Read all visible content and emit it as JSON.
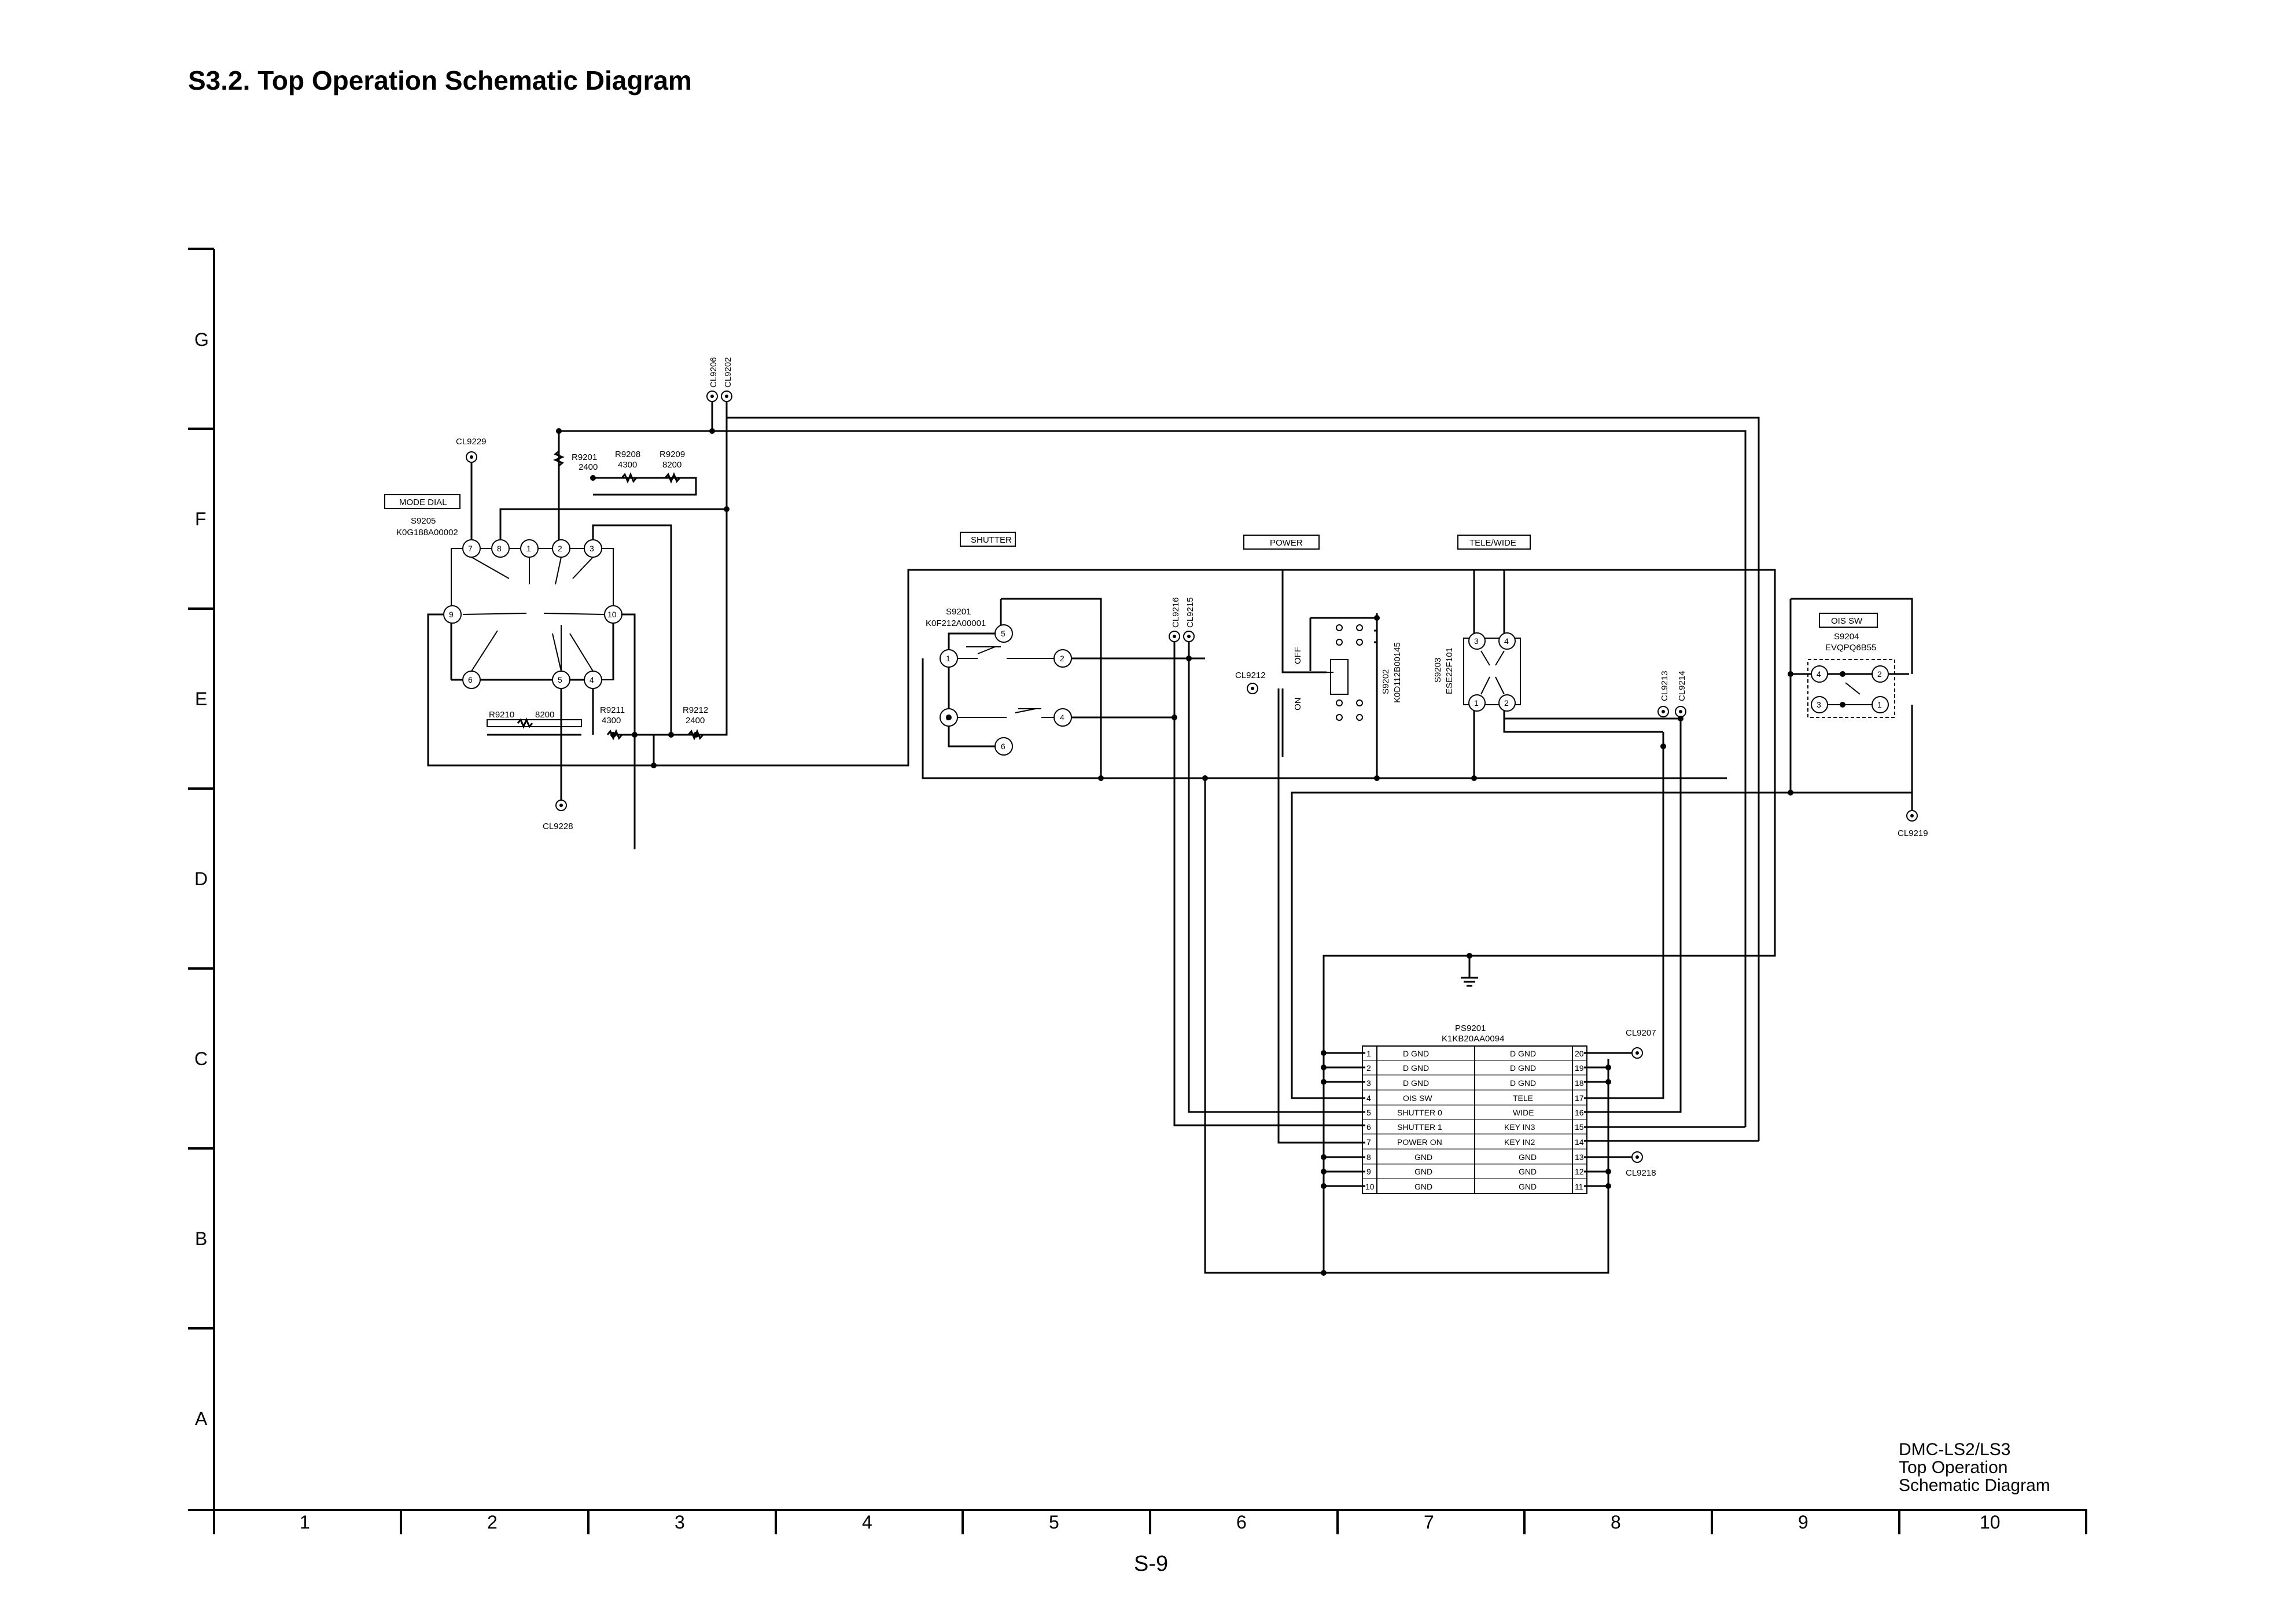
{
  "title": "S3.2. Top Operation Schematic Diagram",
  "page_number": "S-9",
  "corner_title": [
    "DMC-LS2/LS3",
    "Top Operation",
    "Schematic Diagram"
  ],
  "grid": {
    "rows": [
      "G",
      "F",
      "E",
      "D",
      "C",
      "B",
      "A"
    ],
    "cols": [
      "1",
      "2",
      "3",
      "4",
      "5",
      "6",
      "7",
      "8",
      "9",
      "10"
    ]
  },
  "switches": {
    "mode_dial": {
      "label": "MODE DIAL",
      "ref": "S9205",
      "part": "K0G188A00002"
    },
    "shutter": {
      "label": "SHUTTER",
      "ref": "S9201",
      "part": "K0F212A00001"
    },
    "power": {
      "label": "POWER",
      "ref": "S9202",
      "part": "K0D112B00145",
      "off": "OFF",
      "on": "ON"
    },
    "tele_wide": {
      "label": "TELE/WIDE",
      "ref": "S9203",
      "part": "ESE22F101"
    },
    "ois_sw": {
      "label": "OIS SW",
      "ref": "S9204",
      "part": "EVQPQ6B55"
    }
  },
  "resistors": {
    "r9201": {
      "ref": "R9201",
      "value": "2400"
    },
    "r9208": {
      "ref": "R9208",
      "value": "4300"
    },
    "r9209": {
      "ref": "R9209",
      "value": "8200"
    },
    "r9210": {
      "ref": "R9210",
      "value": "8200"
    },
    "r9211": {
      "ref": "R9211",
      "value": "4300"
    },
    "r9212": {
      "ref": "R9212",
      "value": "2400"
    }
  },
  "test_points": {
    "cl9229": "CL9229",
    "cl9228": "CL9228",
    "cl9206": "CL9206",
    "cl9202": "CL9202",
    "cl9216": "CL9216",
    "cl9215": "CL9215",
    "cl9212": "CL9212",
    "cl9213": "CL9213",
    "cl9214": "CL9214",
    "cl9219": "CL9219",
    "cl9207": "CL9207",
    "cl9218": "CL9218"
  },
  "connector": {
    "ref": "PS9201",
    "part": "K1KB20AA0094",
    "left_pins": [
      {
        "num": "1",
        "name": "D GND"
      },
      {
        "num": "2",
        "name": "D GND"
      },
      {
        "num": "3",
        "name": "D GND"
      },
      {
        "num": "4",
        "name": "OIS SW"
      },
      {
        "num": "5",
        "name": "SHUTTER 0"
      },
      {
        "num": "6",
        "name": "SHUTTER 1"
      },
      {
        "num": "7",
        "name": "POWER ON"
      },
      {
        "num": "8",
        "name": "GND"
      },
      {
        "num": "9",
        "name": "GND"
      },
      {
        "num": "10",
        "name": "GND"
      }
    ],
    "right_pins": [
      {
        "num": "20",
        "name": "D GND"
      },
      {
        "num": "19",
        "name": "D GND"
      },
      {
        "num": "18",
        "name": "D GND"
      },
      {
        "num": "17",
        "name": "TELE"
      },
      {
        "num": "16",
        "name": "WIDE"
      },
      {
        "num": "15",
        "name": "KEY IN3"
      },
      {
        "num": "14",
        "name": "KEY IN2"
      },
      {
        "num": "13",
        "name": "GND"
      },
      {
        "num": "12",
        "name": "GND"
      },
      {
        "num": "11",
        "name": "GND"
      }
    ]
  }
}
